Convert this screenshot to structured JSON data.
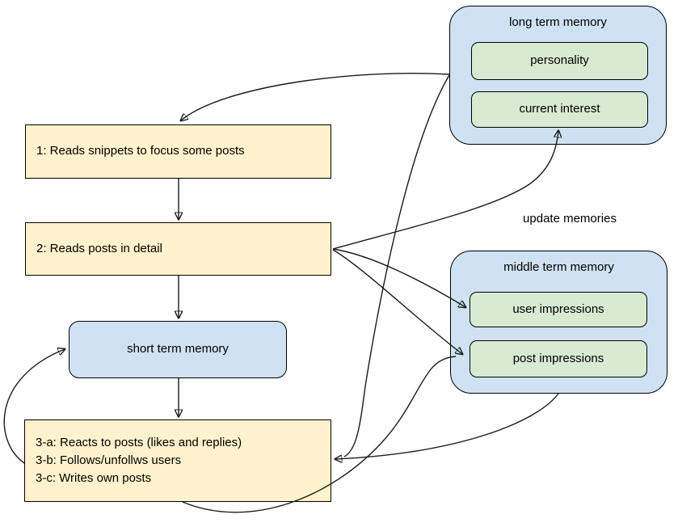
{
  "nodes": {
    "box1": {
      "label": "1: Reads snippets to focus some posts"
    },
    "box2": {
      "label": "2: Reads posts in detail"
    },
    "stm": {
      "label": "short term memory"
    },
    "box3": {
      "lines": [
        "3-a: Reacts to posts (likes and replies)",
        "3-b: Follows/unfollws users",
        "3-c: Writes own posts"
      ]
    },
    "ltm": {
      "title": "long term memory",
      "items": [
        "personality",
        "current interest"
      ]
    },
    "mtm": {
      "title": "middle term memory",
      "items": [
        "user impressions",
        "post impressions"
      ]
    }
  },
  "labels": {
    "update_memories": "update memories"
  },
  "colors": {
    "process_fill": "#fff2cc",
    "memory_container_fill": "#cfe2f3",
    "memory_item_fill": "#d9ead3",
    "border": "#000000",
    "arrow": "#1a1a1a",
    "background": "#ffffff"
  },
  "edges": [
    {
      "from": "step-1",
      "to": "step-2"
    },
    {
      "from": "step-2",
      "to": "short-term-memory"
    },
    {
      "from": "short-term-memory",
      "to": "step-3"
    },
    {
      "from": "step-3",
      "to": "short-term-memory"
    },
    {
      "from": "long-term-memory",
      "to": "step-1"
    },
    {
      "from": "long-term-memory",
      "to": "step-3"
    },
    {
      "from": "step-2",
      "to": "current-interest"
    },
    {
      "from": "step-2",
      "to": "user-impressions"
    },
    {
      "from": "step-2",
      "to": "post-impressions"
    },
    {
      "from": "step-3",
      "to": "post-impressions"
    },
    {
      "from": "middle-term-memory",
      "to": "step-3"
    }
  ]
}
